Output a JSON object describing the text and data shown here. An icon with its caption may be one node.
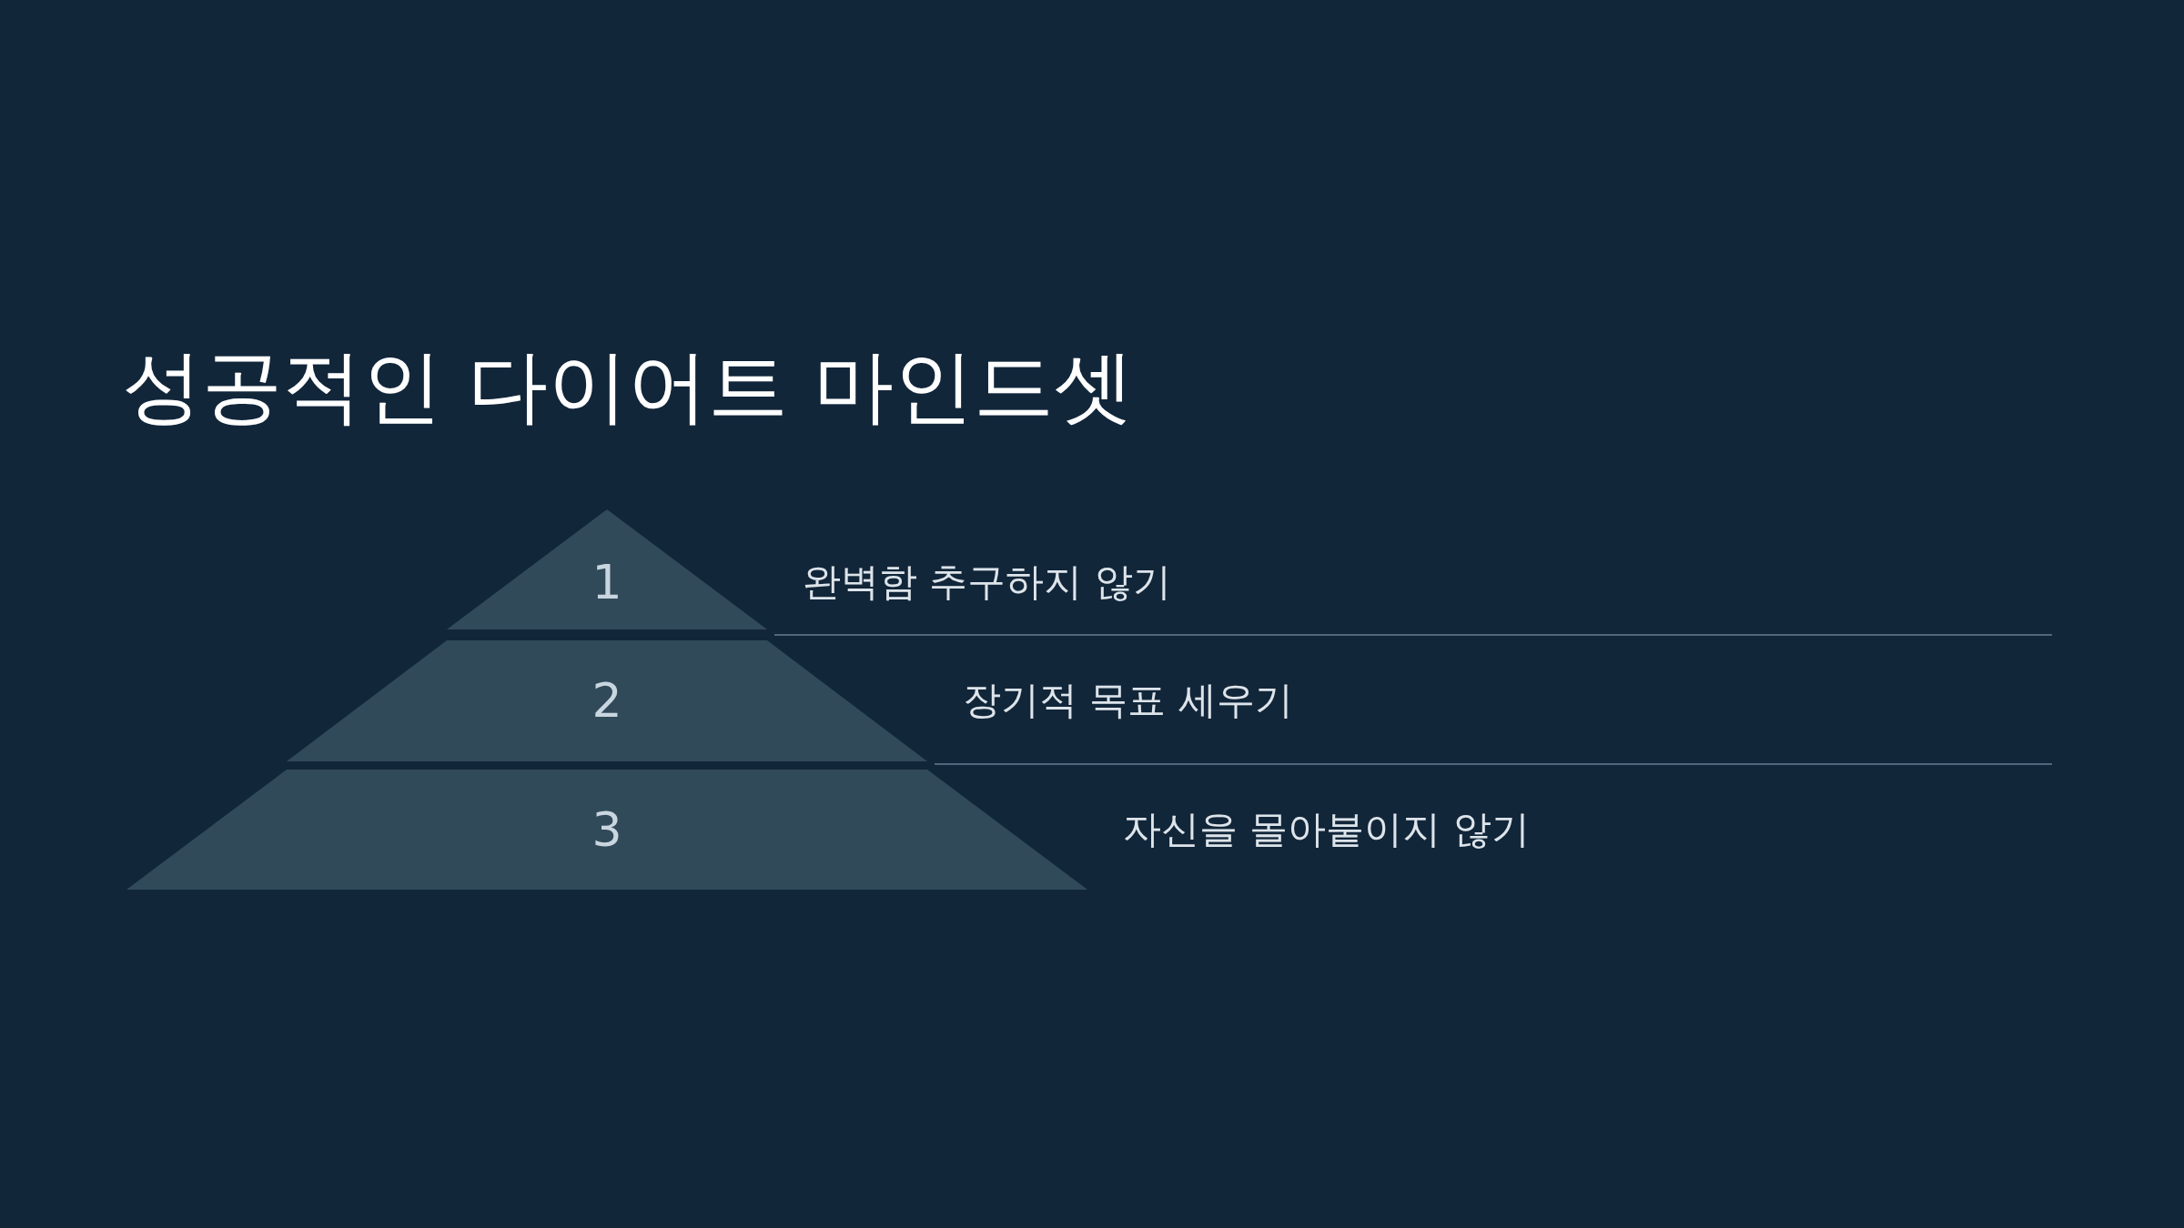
{
  "diagram": {
    "title": "성공적인 다이어트 마인드셋",
    "nodes": [
      {
        "text": [
          "1"
        ],
        "beside": [
          "완벽함 추구하지 않기"
        ]
      },
      {
        "text": [
          "2"
        ],
        "beside": [
          "장기적 목표 세우기"
        ]
      },
      {
        "text": [
          "3"
        ],
        "beside": [
          "자신을 몰아붙이지 않기"
        ]
      }
    ]
  }
}
